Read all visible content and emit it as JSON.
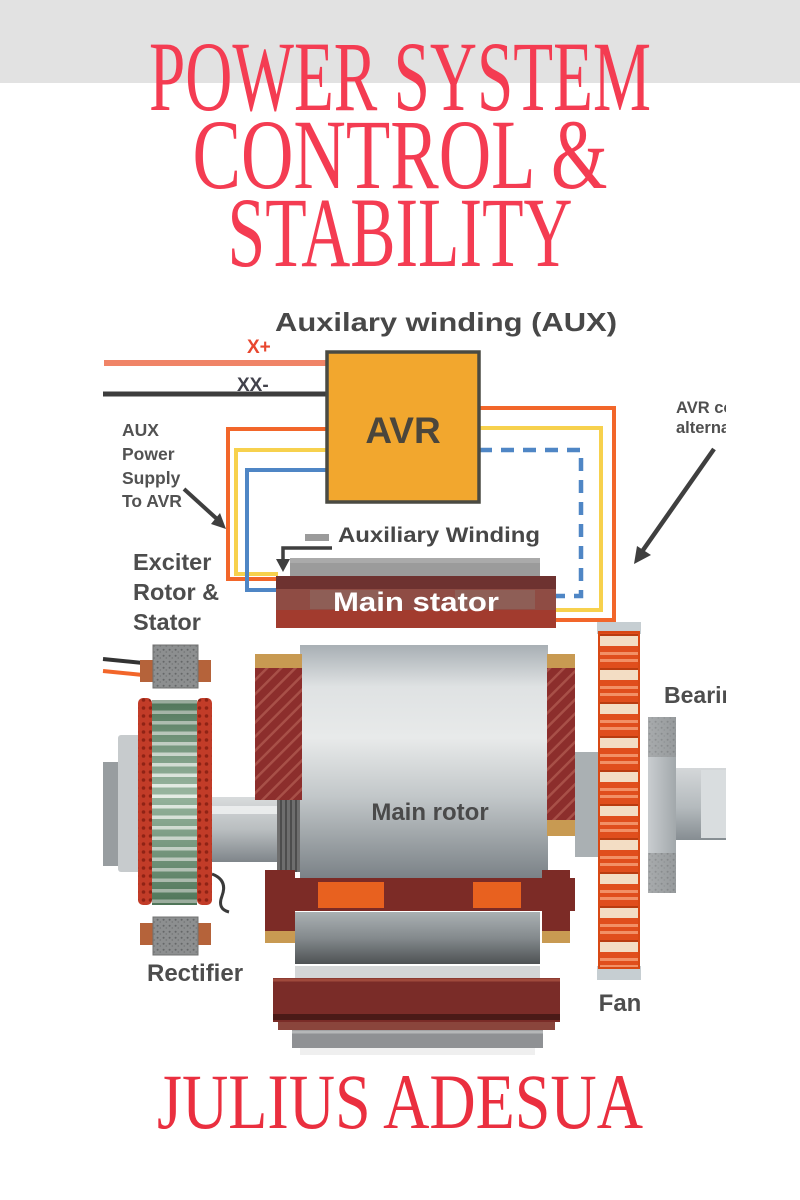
{
  "page": {
    "background": "#ffffff",
    "band_gray": "#e2e2e2"
  },
  "title": {
    "color": "#f43c52",
    "line1": "POWER SYSTEM",
    "line2": "CONTROL &",
    "line3": "STABILITY"
  },
  "author": {
    "color": "#ea2f3f",
    "name": "JULIUS ADESUA"
  },
  "diagram": {
    "labels": {
      "heading": "Auxilary winding (AUX)",
      "x_plus": "X+",
      "xx_minus": "XX-",
      "avr": "AVR",
      "aux_power": [
        "AUX",
        "Power",
        "Supply",
        "To AVR"
      ],
      "avr_alt": [
        "AVR co",
        "alternat"
      ],
      "auxiliary_winding": "Auxiliary Winding",
      "exciter": [
        "Exciter",
        "Rotor &",
        "Stator"
      ],
      "main_stator": "Main stator",
      "main_rotor": "Main rotor",
      "rectifier": "Rectifier",
      "bearing": "Bearing",
      "fan": "Fan"
    },
    "colors": {
      "avr_box": "#f2a72e",
      "wire_salmon": "#f08467",
      "wire_black": "#3d3d3d",
      "wire_orange": "#f2662a",
      "wire_yellow": "#f7d14d",
      "wire_blue": "#4f86c5",
      "stator_red": "#9c3a33",
      "fan_orange": "#e04e1d",
      "exciter_green": "#6a9474",
      "label_gray": "#4d4d4d"
    }
  }
}
